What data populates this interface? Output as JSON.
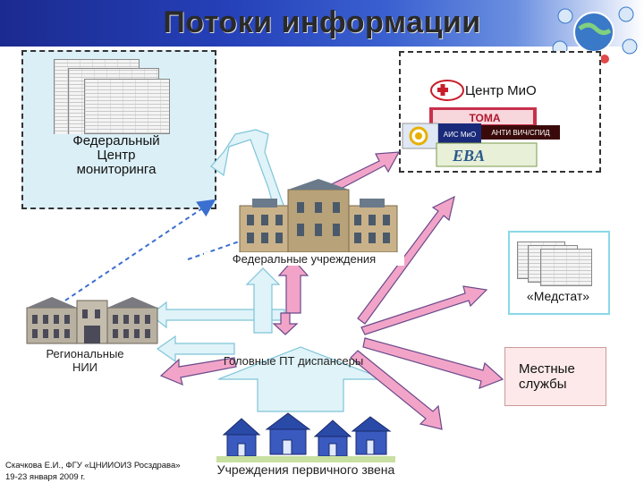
{
  "title": "Потоки информации",
  "nodes": {
    "federal_center": "Федеральный\nЦентр\nмониторинга",
    "mio_center": "Центр МиО",
    "federal_institutions": "Федеральные учреждения",
    "medstat": "«Медстат»",
    "regional_nii": "Региональные\nНИИ",
    "head_dispensaries": "Головные ПТ диспансеры",
    "local_services": "Местные\nслужбы",
    "primary_care": "Учреждения первичного звена"
  },
  "logos": {
    "toma": "ТОМА",
    "anti_vich": "АНТИ ВИЧ/СПИД",
    "ais": "АИС МиО",
    "eva": "EBA"
  },
  "footer": {
    "line1": "Скачкова Е.И., ФГУ «ЦНИИОИЗ Росздрава»",
    "line2": "19-23 января 2009 г."
  },
  "colors": {
    "title_band": "#2540b8",
    "federal_box_fill": "#dbeff6",
    "arrow_pink": "#f2a4c8",
    "arrow_outline": "#6a4a8a",
    "arrow_light": "#dff3f8",
    "arrow_dashed": "#3b6fd0",
    "local_fill": "#fde9e9",
    "medstat_border": "#8ad8e8"
  }
}
